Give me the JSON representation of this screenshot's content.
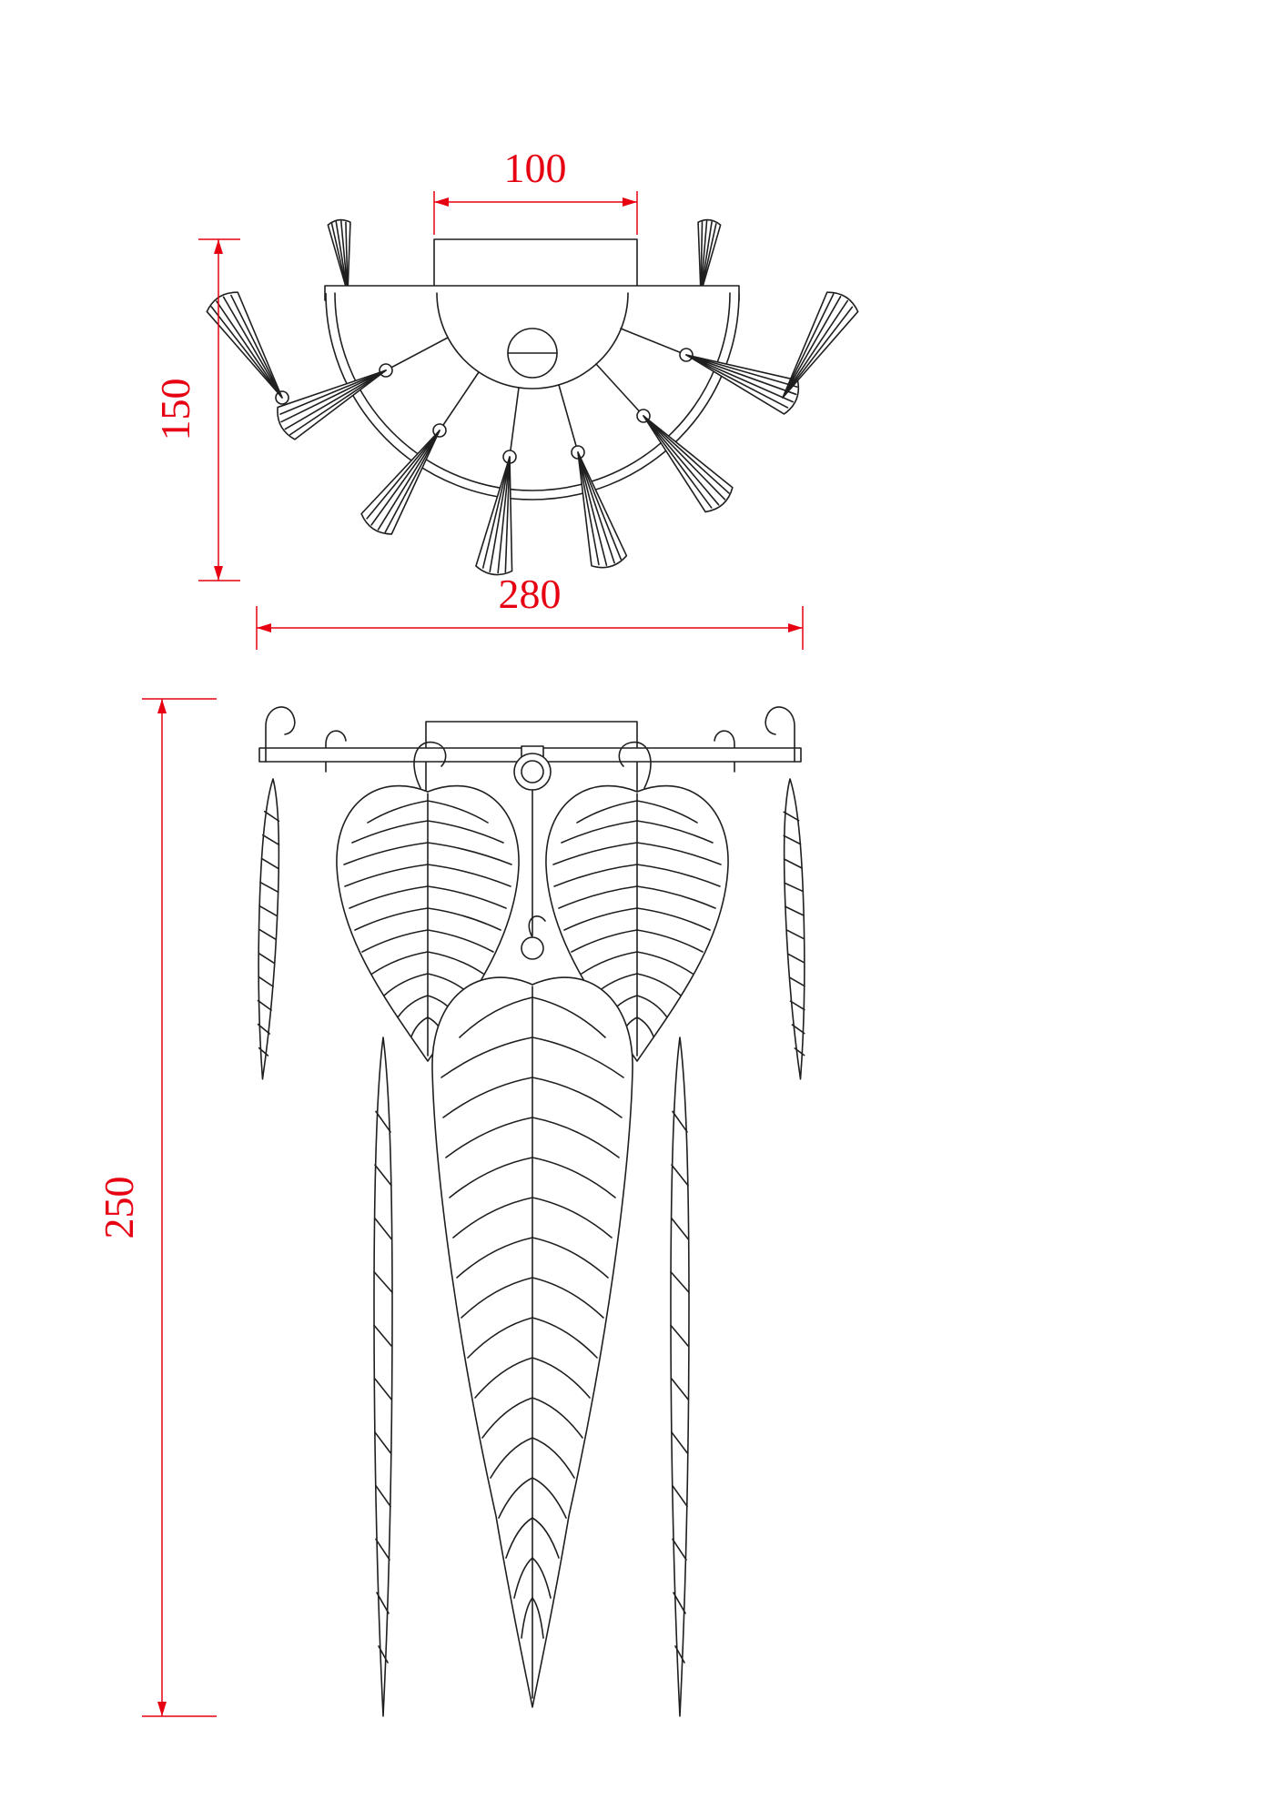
{
  "dimensions": {
    "top_width": "100",
    "top_height": "150",
    "front_width": "280",
    "front_height": "250"
  },
  "colors": {
    "dimension_red": "#e60012",
    "line_black": "#1f1f1f",
    "background": "#ffffff"
  }
}
